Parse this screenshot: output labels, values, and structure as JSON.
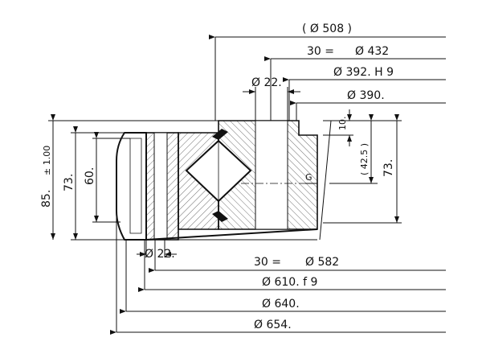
{
  "labels": {
    "d508": "( Ø  508 )",
    "d432_n": "30  =",
    "d432": "Ø  432",
    "d392": "Ø  392. H 9",
    "d22_top": "Ø  22.",
    "d390": "Ø  390.",
    "h10": "10.",
    "h42_5": "( 42.5 )",
    "h73_right": "73.",
    "g_mark": "G",
    "h85": "85.",
    "tol": "± 1.00",
    "h73_left": "73.",
    "h60": "60.",
    "d22_bot": "Ø  22.",
    "d582_n": "30  =",
    "d582": "Ø  582",
    "d610": "Ø  610. f 9",
    "d640": "Ø  640.",
    "d654": "Ø  654."
  }
}
